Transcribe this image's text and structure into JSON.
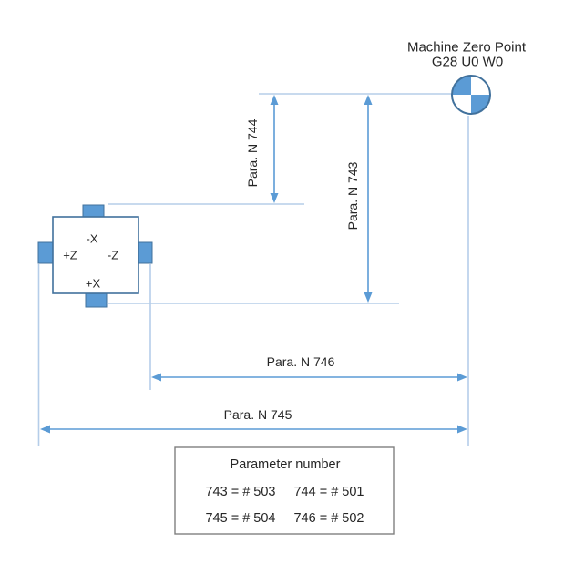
{
  "diagram": {
    "zero_point": {
      "title": "Machine Zero Point",
      "subtitle": "G28 U0 W0"
    },
    "dimensions": {
      "n744": "Para. N 744",
      "n743": "Para. N 743",
      "n746": "Para. N 746",
      "n745": "Para. N 745"
    },
    "turret_axes": {
      "top": "-X",
      "left": "+Z",
      "right": "-Z",
      "bottom": "+X"
    },
    "parameter_table": {
      "title": "Parameter number",
      "rows": [
        [
          "743 = # 503",
          "744 = # 501"
        ],
        [
          "745 = # 504",
          "746 = # 502"
        ]
      ]
    },
    "colors": {
      "dimension_blue": "#5B9BD5",
      "extension_blue": "#B5CDE9",
      "shape_border_blue": "#41719C",
      "shape_fill_blue": "#5B9BD5",
      "table_border_gray": "#7F7F7F",
      "text": "#262626",
      "background": "#FFFFFF"
    }
  }
}
